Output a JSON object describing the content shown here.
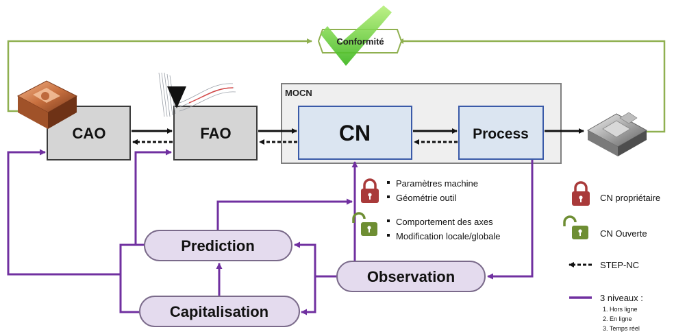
{
  "conformity": {
    "label": "Conformité"
  },
  "mocn": {
    "label": "MOCN"
  },
  "blocks": {
    "cao": "CAO",
    "fao": "FAO",
    "cn": "CN",
    "process": "Process"
  },
  "loops": {
    "prediction": "Prediction",
    "capitalisation": "Capitalisation",
    "observation": "Observation"
  },
  "bullets": {
    "locked": [
      "Paramètres machine",
      "Géométrie outil"
    ],
    "open": [
      "Comportement des axes",
      "Modification locale/globale"
    ]
  },
  "legend": {
    "proprietary": "CN propriétaire",
    "open": "CN Ouverte",
    "stepnc": "STEP-NC",
    "levels_title": "3 niveaux :",
    "levels": [
      "1. Hors ligne",
      "2. En ligne",
      "3. Temps réel"
    ]
  },
  "colors": {
    "purple": "#7030a0",
    "green": "#8fb050",
    "lock_red": "#a93a3a",
    "lock_green": "#6e8e33",
    "block_gray": "#d5d5d5",
    "cn_fill": "#dbe5f1",
    "cn_border": "#3a5aa8",
    "loop_fill": "#e4dbee"
  }
}
